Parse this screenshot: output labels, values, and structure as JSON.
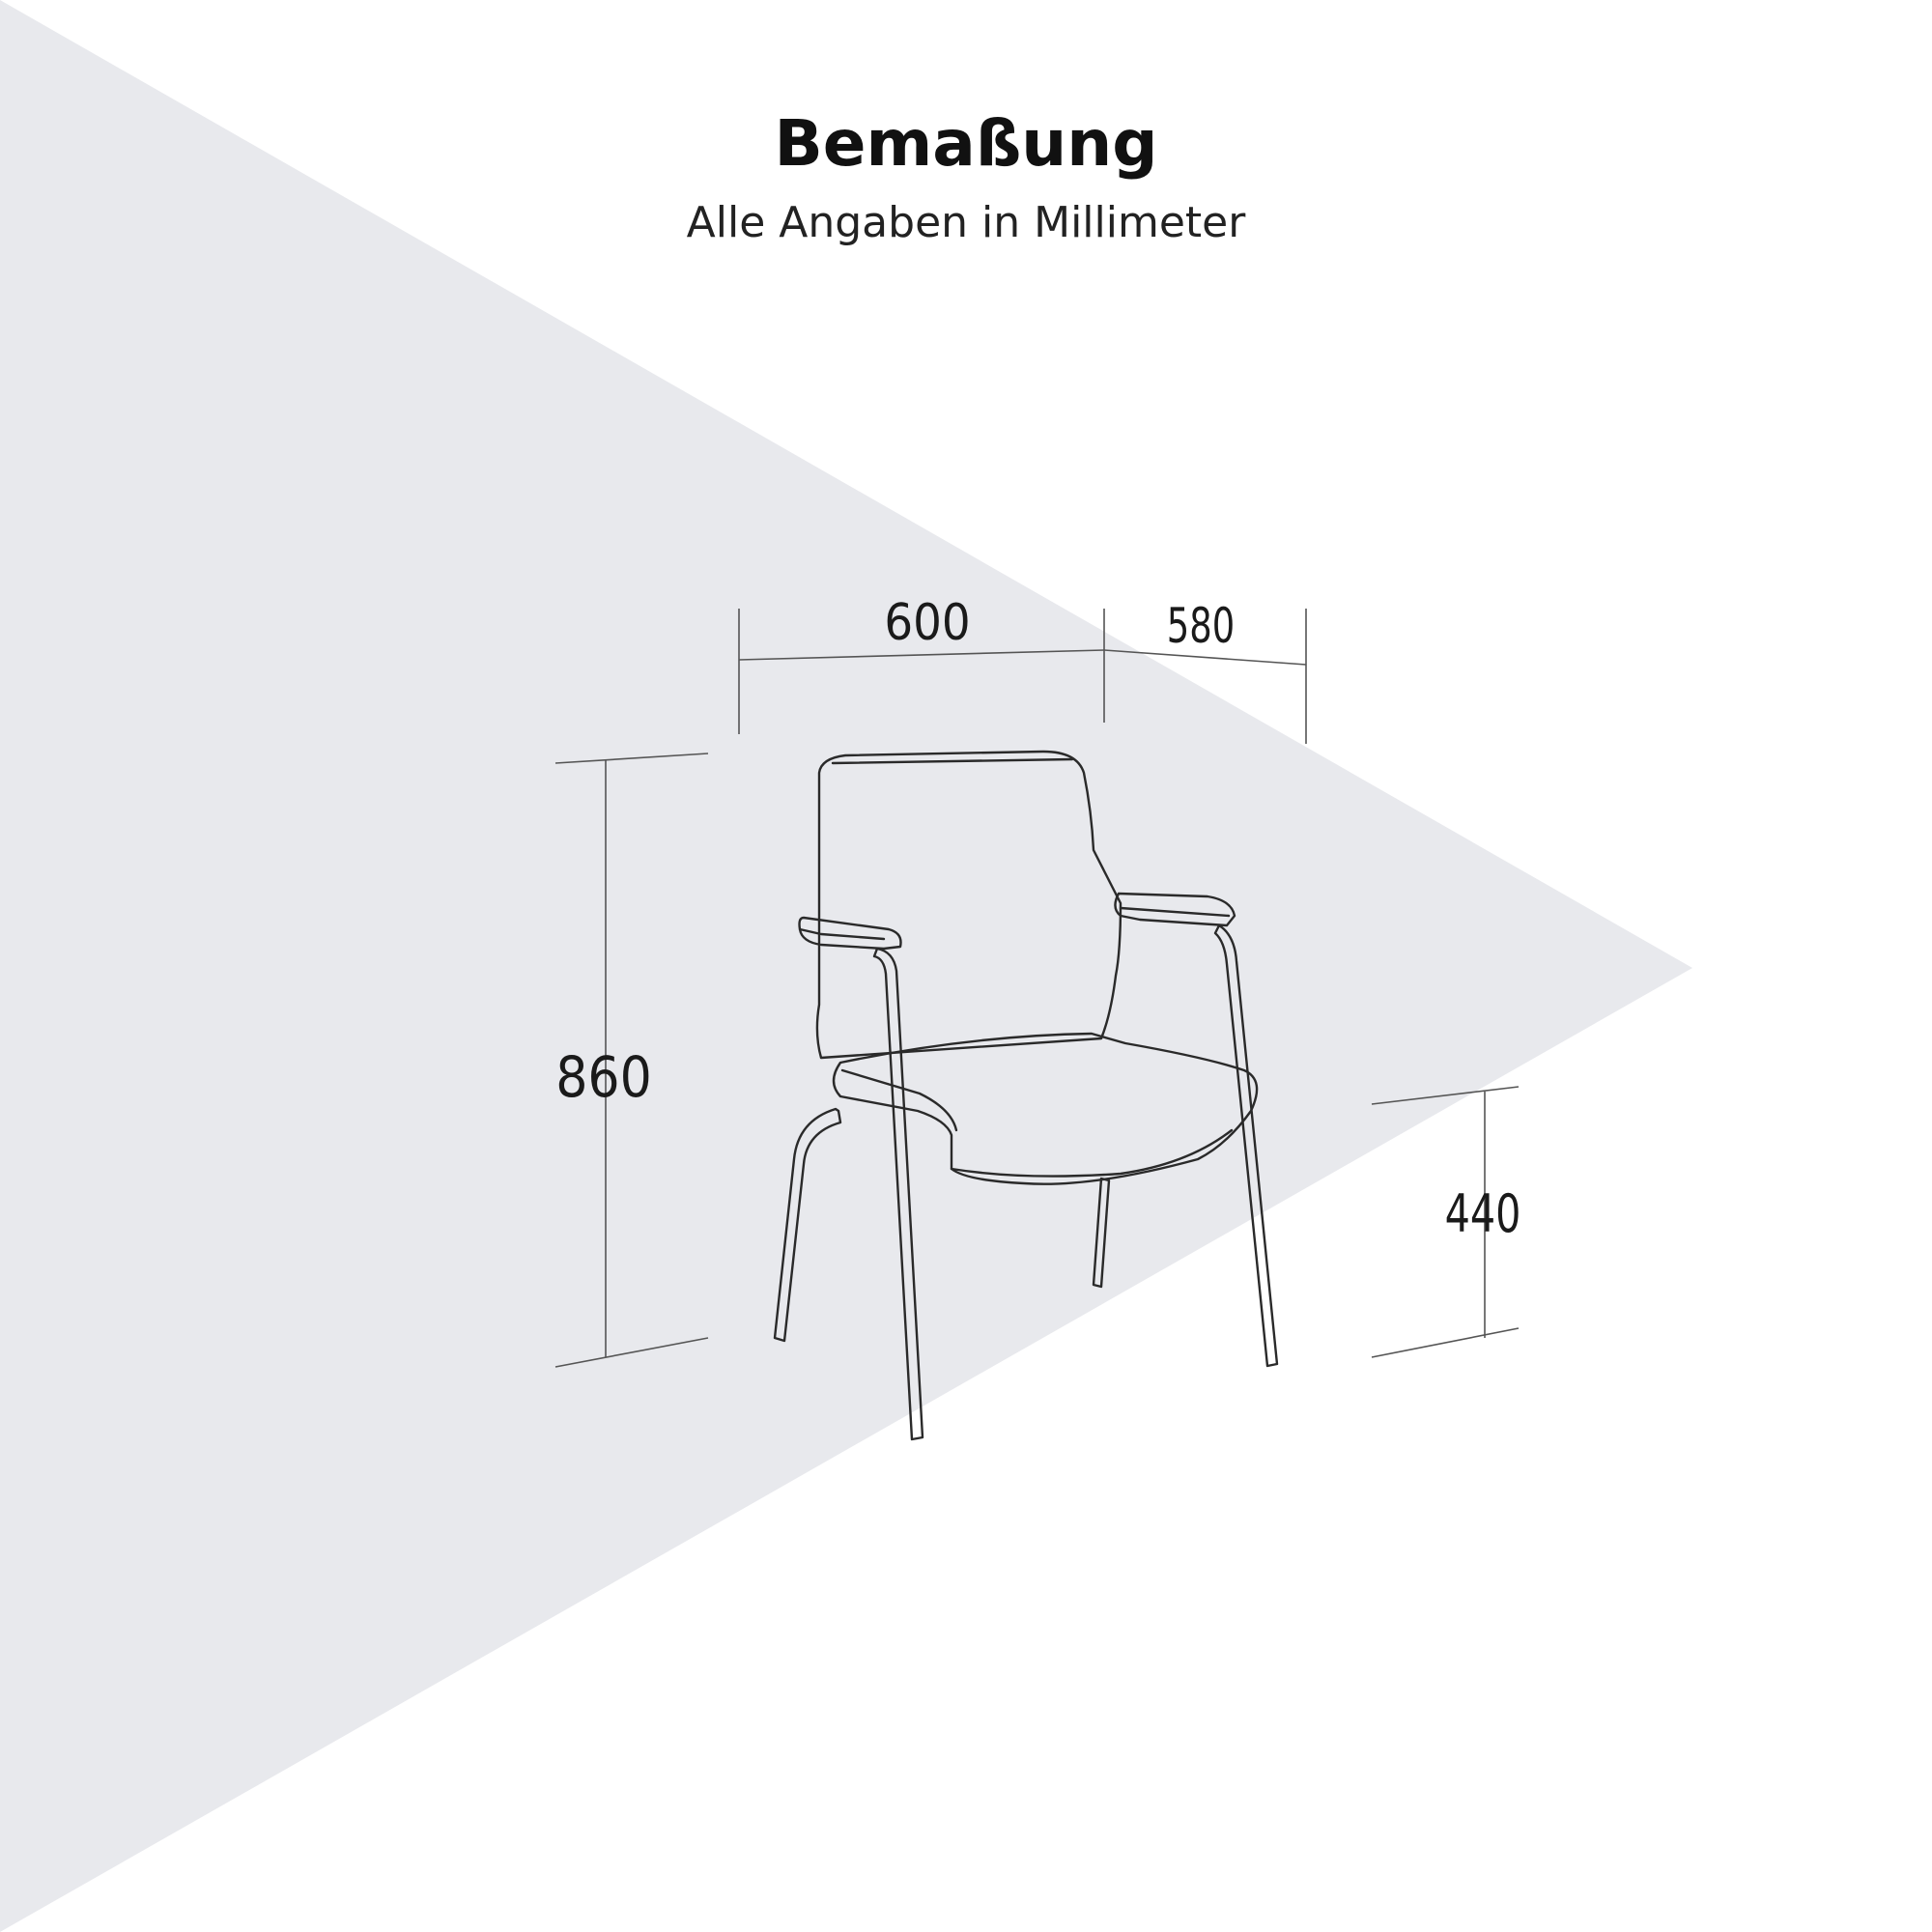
{
  "header": {
    "title": "Bemaßung",
    "subtitle": "Alle Angaben in Millimeter"
  },
  "dimensions": {
    "width": "600",
    "depth": "580",
    "height": "860",
    "seat_height": "440"
  },
  "colors": {
    "background": "#ffffff",
    "shape": "#e8e9ed",
    "line": "#2a2a2a",
    "dimension_line": "#555555"
  }
}
